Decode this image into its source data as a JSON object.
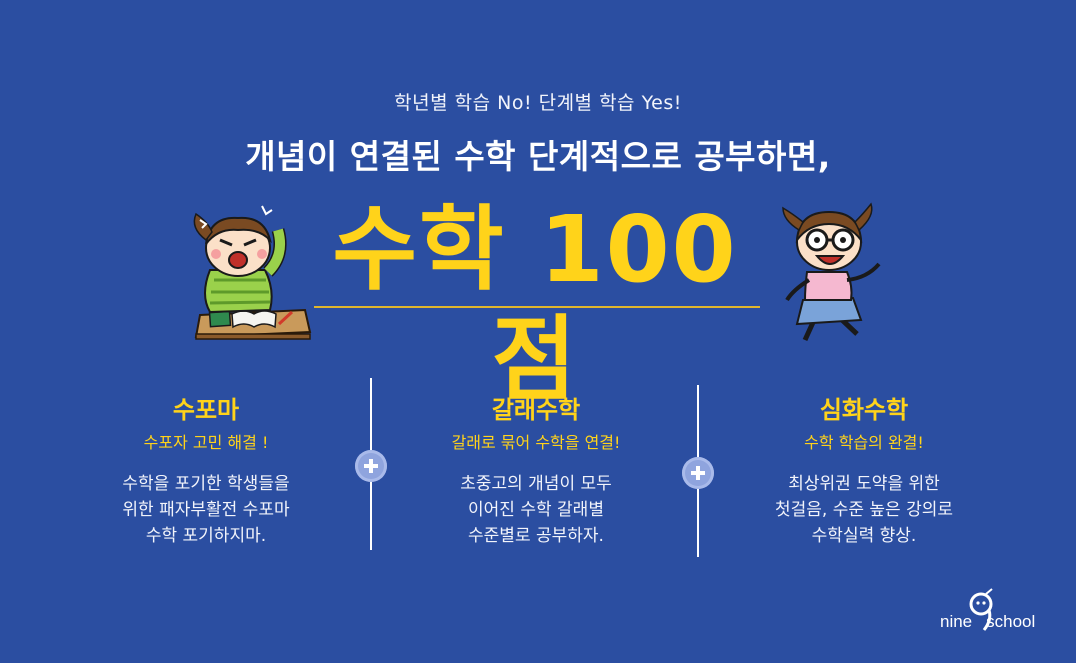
{
  "header": {
    "sub_headline": "학년별 학습 No! 단계별 학습 Yes!",
    "headline": "개념이 연결된 수학 단계적으로 공부하면,",
    "score_text": "수학 100점"
  },
  "illustrations": {
    "left": "frustrated-student-at-desk-illustration",
    "right": "happy-student-with-glasses-illustration"
  },
  "columns": [
    {
      "title": "수포마",
      "subtitle": "수포자 고민 해결 !",
      "desc": [
        "수학을 포기한 학생들을",
        "위한 패자부활전 수포마",
        "수학 포기하지마."
      ]
    },
    {
      "title": "갈래수학",
      "subtitle": "갈래로 묶어 수학을 연결!",
      "desc": [
        "초중고의 개념이 모두",
        "이어진 수학 갈래별",
        "수준별로 공부하자."
      ]
    },
    {
      "title": "심화수학",
      "subtitle": "수학 학습의 완결!",
      "desc": [
        "최상위권 도약을 위한",
        "첫걸음, 수준 높은 강의로",
        "수학실력 향상."
      ]
    }
  ],
  "logo": {
    "text_left": "nine",
    "text_right": "school"
  },
  "colors": {
    "background": "#2b4ea1",
    "accent_yellow": "#ffd31a",
    "text_white": "#ffffff",
    "plus_circle": "#8fa4de"
  }
}
